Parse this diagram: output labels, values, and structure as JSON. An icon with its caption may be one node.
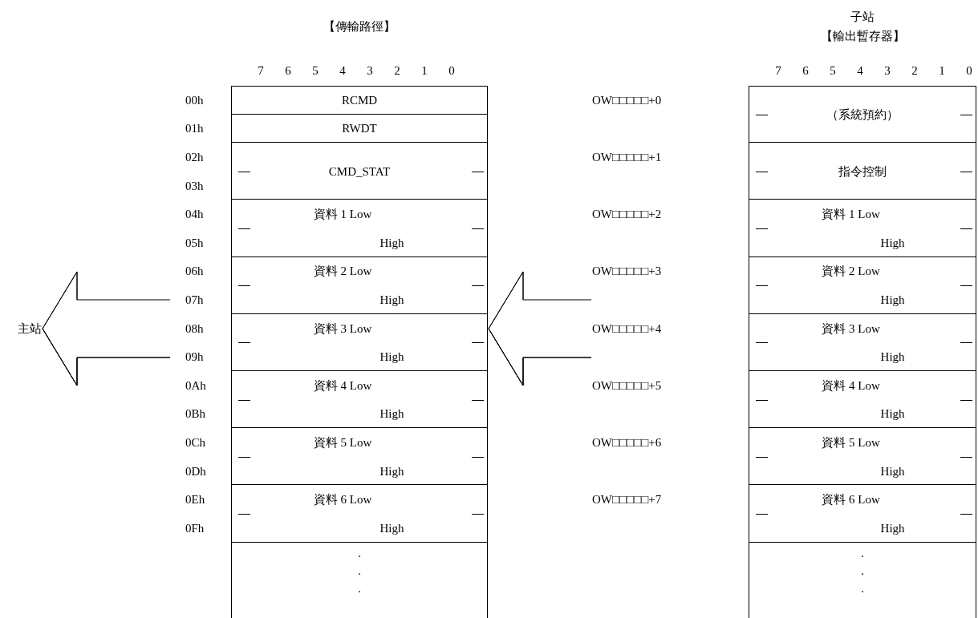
{
  "diagram": {
    "nodes": [
      {
        "text": [
          "主站"
        ]
      },
      {
        "text": [
          "【傳輸路徑】"
        ]
      },
      {
        "text": [
          "RCMD"
        ],
        "in": 1
      },
      {
        "text": [
          "RWDT"
        ],
        "in": 1
      },
      {
        "text": [
          "CMD_STAT"
        ],
        "in": 1
      },
      {
        "text": [
          "資料 1 Low",
          "High"
        ],
        "in": 1
      },
      {
        "text": [
          "資料 2 Low",
          "High"
        ],
        "in": 1
      },
      {
        "text": [
          "資料 3 Low",
          "High"
        ],
        "in": 1
      },
      {
        "text": [
          "資料 4 Low",
          "High"
        ],
        "in": 1
      },
      {
        "text": [
          "資料 5 Low",
          "High"
        ],
        "in": 1
      },
      {
        "text": [
          "資料 6 Low",
          "High"
        ],
        "in": 1
      },
      {
        "text": [
          ".",
          ".",
          "."
        ],
        "in": 1
      },
      {
        "text": [
          "子站",
          "【輸出暫存器】"
        ]
      },
      {
        "text": [
          "（系統預約）"
        ],
        "in": 12
      },
      {
        "text": [
          "指令控制"
        ],
        "in": 12
      },
      {
        "text": [
          "資料 1 Low",
          "High"
        ],
        "in": 12
      },
      {
        "text": [
          "資料 2 Low",
          "High"
        ],
        "in": 12
      },
      {
        "text": [
          "資料 3 Low",
          "High"
        ],
        "in": 12
      },
      {
        "text": [
          "資料 4 Low",
          "High"
        ],
        "in": 12
      },
      {
        "text": [
          "資料 5 Low",
          "High"
        ],
        "in": 12
      },
      {
        "text": [
          "資料 6 Low",
          "High"
        ],
        "in": 12
      },
      {
        "text": [
          ".",
          ".",
          "."
        ],
        "in": 12
      }
    ],
    "edges": [
      {
        "from": 12,
        "to": 1,
        "arrow": "to"
      },
      {
        "from": 1,
        "to": 0,
        "arrow": "to"
      }
    ],
    "labels": [
      "7",
      "6",
      "5",
      "4",
      "3",
      "2",
      "1",
      "0",
      "7",
      "6",
      "5",
      "4",
      "3",
      "2",
      "1",
      "0",
      "00h",
      "01h",
      "02h",
      "03h",
      "04h",
      "05h",
      "06h",
      "07h",
      "08h",
      "09h",
      "0Ah",
      "0Bh",
      "0Ch",
      "0Dh",
      "0Eh",
      "0Fh",
      "OW□□□□□+0",
      "OW□□□□□+1",
      "OW□□□□□+2",
      "OW□□□□□+3",
      "OW□□□□□+4",
      "OW□□□□□+5",
      "OW□□□□□+6",
      "OW□□□□□+7"
    ]
  }
}
